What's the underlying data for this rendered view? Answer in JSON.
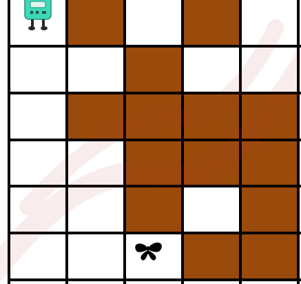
{
  "grid": {
    "rows": 6,
    "cols": 5,
    "cells": [
      [
        "robot",
        "wall",
        "empty",
        "wall",
        "empty"
      ],
      [
        "empty",
        "empty",
        "wall",
        "empty",
        "empty"
      ],
      [
        "empty",
        "wall",
        "wall",
        "wall",
        "wall"
      ],
      [
        "empty",
        "empty",
        "wall",
        "wall",
        "wall"
      ],
      [
        "empty",
        "empty",
        "wall",
        "empty",
        "wall"
      ],
      [
        "empty",
        "empty",
        "butterfly",
        "wall",
        "wall"
      ]
    ]
  },
  "colors": {
    "wall": "#9a4a0a",
    "empty": "#ffffff",
    "grid_line": "#000000",
    "watermark": "#c43a3a",
    "robot_body": "#3fd9b8",
    "butterfly": "#000000"
  },
  "pieces": {
    "robot": {
      "icon": "robot-icon",
      "row": 0,
      "col": 0
    },
    "butterfly": {
      "icon": "butterfly-icon",
      "row": 5,
      "col": 2
    }
  }
}
